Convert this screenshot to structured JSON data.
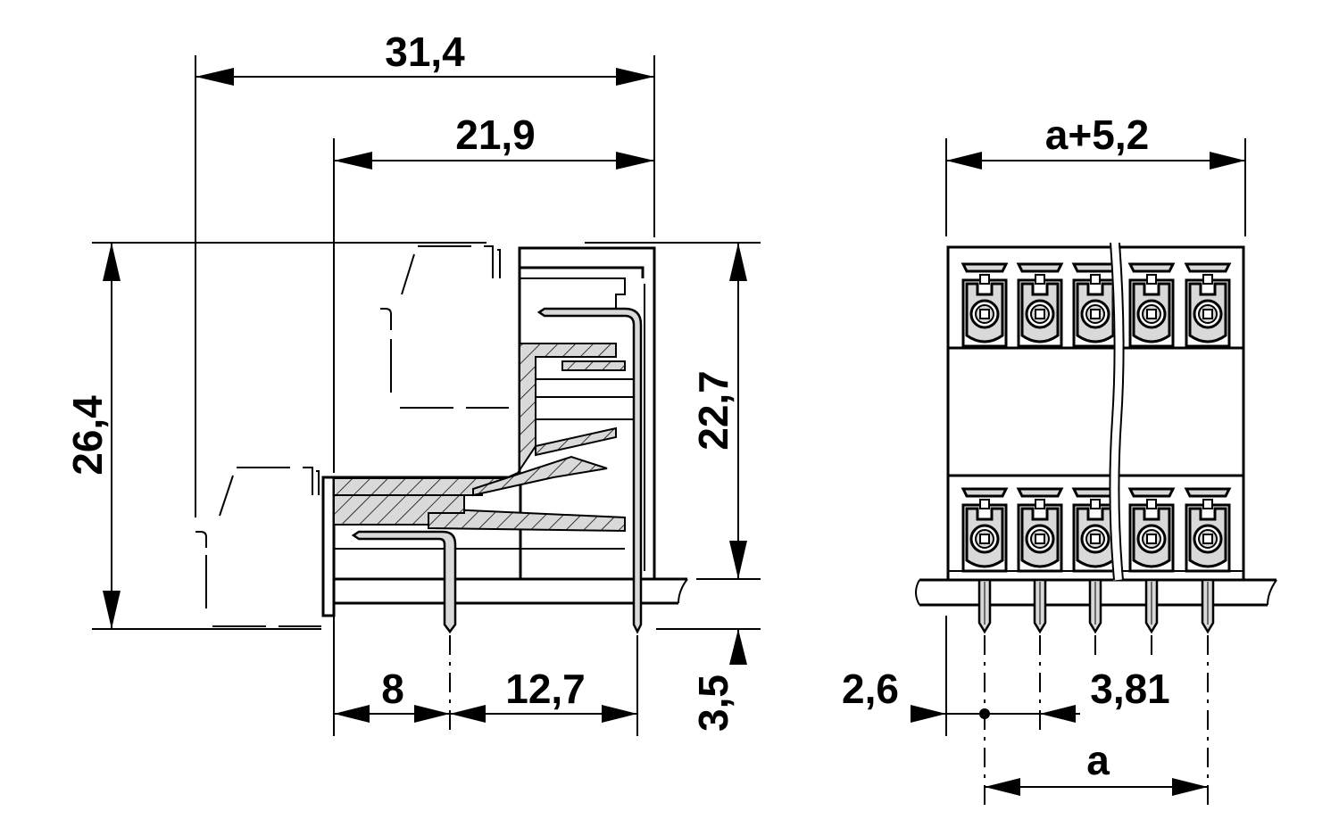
{
  "side_view": {
    "dims": {
      "overall_length": "31,4",
      "body_length": "21,9",
      "overall_height": "26,4",
      "body_height": "22,7",
      "pin_offset": "8",
      "pin_spacing": "12,7",
      "pin_length": "3,5"
    }
  },
  "front_view": {
    "dims": {
      "width": "a+5,2",
      "edge_offset": "2,6",
      "pitch": "3,81",
      "span": "a"
    },
    "top_row_terminals": 5,
    "bottom_row_terminals": 5
  },
  "colors": {
    "fill": "#d9d9d9",
    "line": "#000000"
  }
}
